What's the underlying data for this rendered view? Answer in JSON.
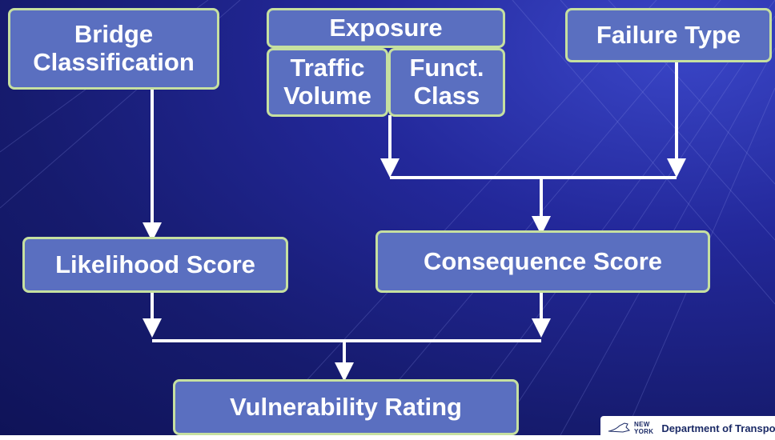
{
  "nodes": {
    "bridge_classification": "Bridge\nClassification",
    "exposure": "Exposure",
    "traffic_volume": "Traffic\nVolume",
    "funct_class": "Funct.\nClass",
    "failure_type": "Failure Type",
    "likelihood_score": "Likelihood Score",
    "consequence_score": "Consequence Score",
    "vulnerability_rating": "Vulnerability Rating"
  },
  "logo": {
    "state": "NEW YORK",
    "department": "Department of Transportation"
  },
  "colors": {
    "box_fill": "#5a6fc0",
    "box_border": "#c6e0a0",
    "arrow": "#ffffff",
    "background": "#1c2284"
  }
}
